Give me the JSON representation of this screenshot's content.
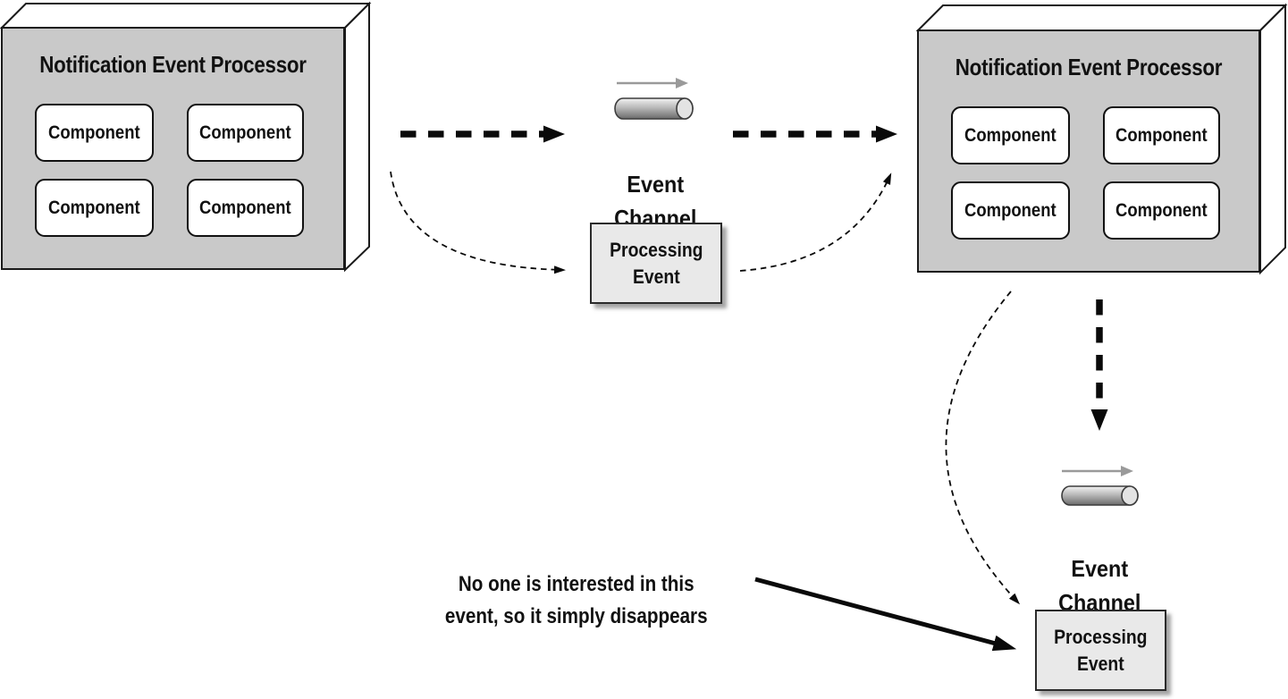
{
  "left_processor": {
    "title": "Notification Event Processor",
    "components": [
      "Component",
      "Component",
      "Component",
      "Component"
    ]
  },
  "right_processor": {
    "title": "Notification Event Processor",
    "components": [
      "Component",
      "Component",
      "Component",
      "Component"
    ]
  },
  "mid_event_channel": {
    "label": "Event\nChannel"
  },
  "bottom_event_channel": {
    "label": "Event\nChannel"
  },
  "mid_processing_event": {
    "label": "Processing\nEvent"
  },
  "bottom_processing_event": {
    "label": "Processing\nEvent"
  },
  "annotation": {
    "text": "No one is interested in this\nevent, so it simply disappears"
  },
  "colors": {
    "processor_fill": "#c9c9c9",
    "side_face_fill": "#ffffff",
    "outline": "#1a1a1a",
    "component_fill": "#ffffff",
    "processing_event_fill": "#e9e9e9",
    "pipe_top": "#f2f2f2",
    "pipe_bottom": "#6b6b6b",
    "flow_arrow_gray": "#9a9a9a",
    "arrow_black": "#0a0a0a",
    "text": "#111111"
  }
}
